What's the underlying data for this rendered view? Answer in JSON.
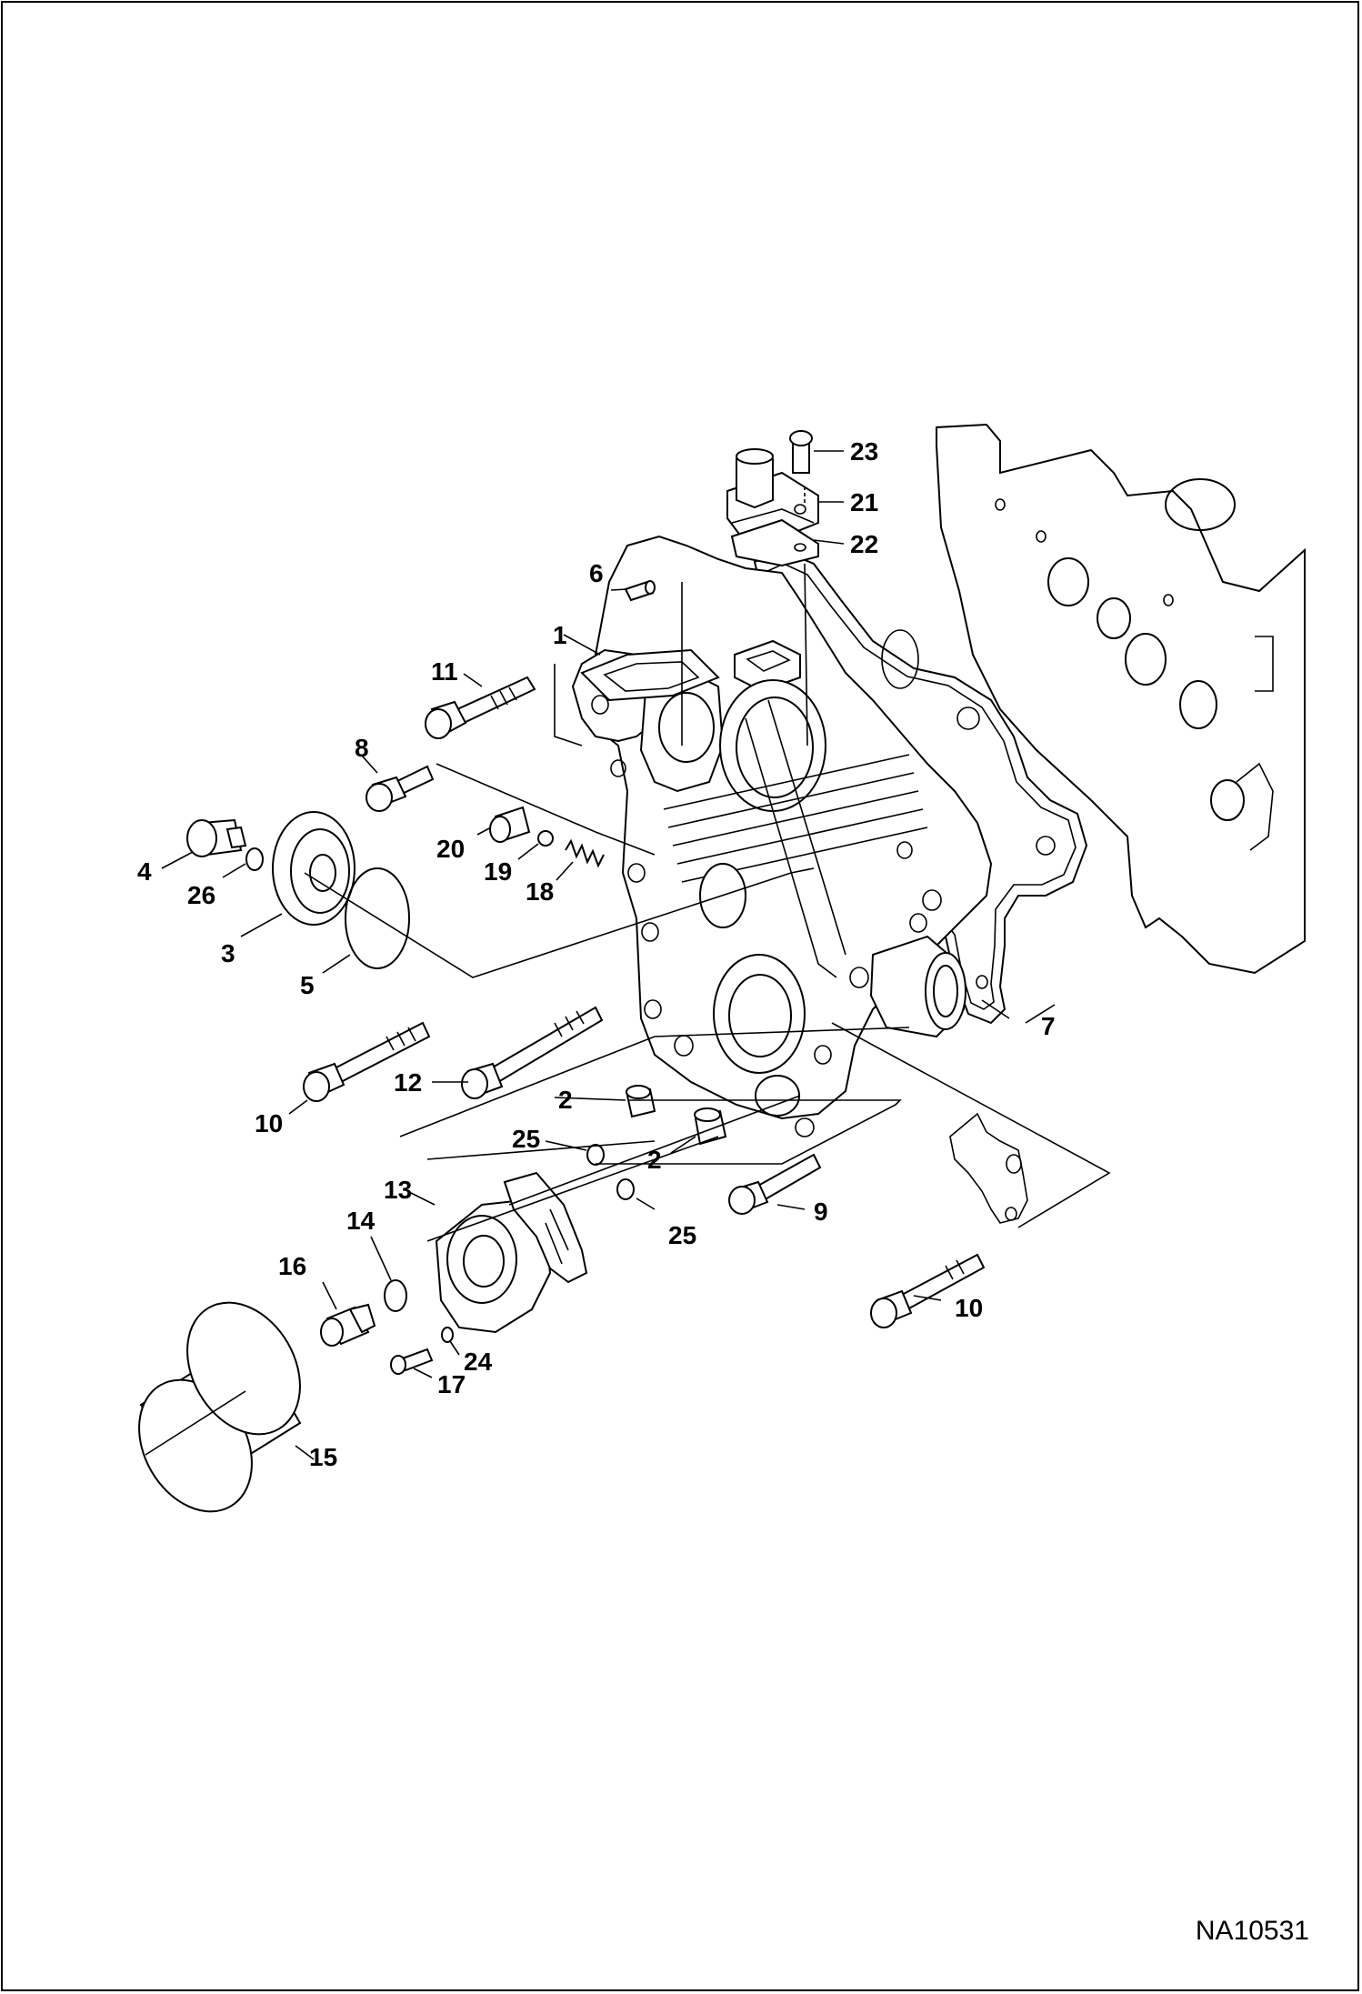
{
  "figure_id": "NA10531",
  "callouts": {
    "c1": "1",
    "c2a": "2",
    "c2b": "2",
    "c3": "3",
    "c4": "4",
    "c5": "5",
    "c6": "6",
    "c7": "7",
    "c8": "8",
    "c9": "9",
    "c10a": "10",
    "c10b": "10",
    "c11": "11",
    "c12": "12",
    "c13": "13",
    "c14": "14",
    "c15": "15",
    "c16": "16",
    "c17": "17",
    "c18": "18",
    "c19": "19",
    "c20": "20",
    "c21": "21",
    "c22": "22",
    "c23": "23",
    "c24": "24",
    "c25a": "25",
    "c25b": "25",
    "c26": "26"
  }
}
